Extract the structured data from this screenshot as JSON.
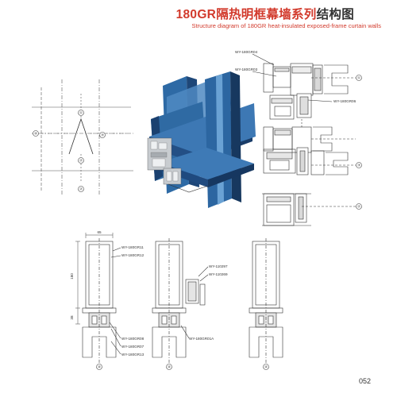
{
  "header": {
    "title_red": "180GR",
    "title_red2": "隔热明框幕墙系列",
    "title_dark": "结构图",
    "subtitle": "Structure diagram of 180GR heat-insulated exposed-frame curtain walls"
  },
  "page_number": "052",
  "colors": {
    "accent": "#d23a2c",
    "render_blue": "#2d5f95",
    "line": "#333333"
  },
  "grid_elevation": {
    "markers": [
      "④",
      "①",
      "③",
      "②",
      "②"
    ]
  },
  "section_top": {
    "labels": [
      "WY-180GR04",
      "WY-180GR03",
      "WY-180GR06"
    ],
    "markers": [
      "①",
      "③",
      "②"
    ]
  },
  "section_bottom": {
    "dimensions": [
      "65",
      "180",
      "38"
    ],
    "left_labels": [
      "WY-180GR11",
      "WY-180GR12",
      "WY-180GR08",
      "WY-180GR07",
      "WY-180GR13"
    ],
    "middle_labels": [
      "WY-110297",
      "WY-110269",
      "WY-180GR01A"
    ],
    "markers": [
      "④",
      "④",
      "④"
    ]
  }
}
